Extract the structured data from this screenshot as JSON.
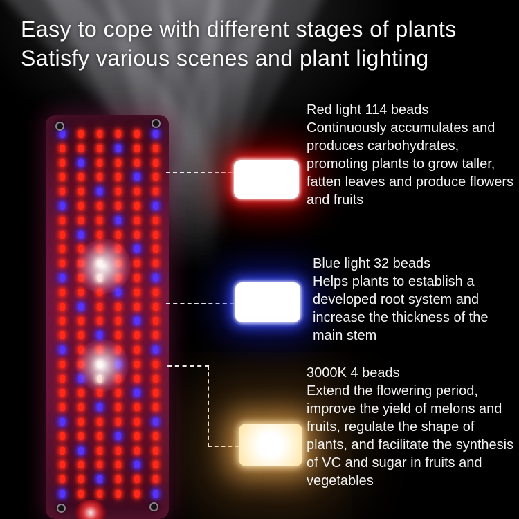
{
  "header": {
    "line1": "Easy to cope with different stages of plants",
    "line2": "Satisfy various scenes and plant lighting"
  },
  "callouts": [
    {
      "id": "red",
      "title": "Red light 114 beads",
      "description": "Continuously accumulates and produces carbohydrates, promoting plants to grow taller, fatten leaves and produce flowers and fruits",
      "glow_color": "#ff1e1e"
    },
    {
      "id": "blue",
      "title": "Blue light 32 beads",
      "description": "Helps plants to establish a developed root system and increase the thickness of the main stem",
      "glow_color": "#3b50ff"
    },
    {
      "id": "warm",
      "title": "3000K 4 beads",
      "description": "Extend the flowering period, improve the yield of melons and fruits, regulate the shape of plants, and facilitate the synthesis of VC and sugar in fruits and vegetables",
      "glow_color": "#ffb347"
    }
  ],
  "panel": {
    "led_red_color": "#ff2a1a",
    "led_blue_color": "#5533ff",
    "led_warm_color": "#fff3d6",
    "board_color": "#63123a"
  }
}
